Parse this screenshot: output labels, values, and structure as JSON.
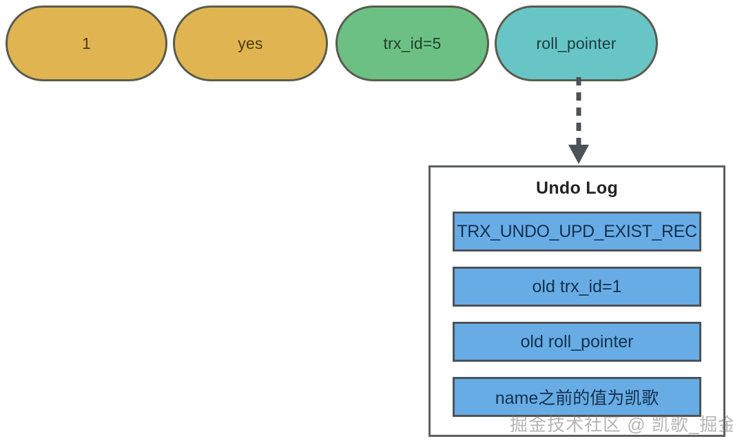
{
  "background": "#ffffff",
  "record_row": {
    "pills": [
      {
        "label": "1",
        "fill": "#e0b551",
        "stroke": "#585c4e"
      },
      {
        "label": "yes",
        "fill": "#e0b551",
        "stroke": "#585c4e"
      },
      {
        "label": "trx_id=5",
        "fill": "#6cc083",
        "stroke": "#585c4e"
      },
      {
        "label": "roll_pointer",
        "fill": "#68c5c5",
        "stroke": "#585c4e"
      }
    ]
  },
  "connector": {
    "style": "dashed",
    "arrow": "down-arrow-icon",
    "color": "#4d5258"
  },
  "undo_log": {
    "title": "Undo Log",
    "border_color": "#5a5f63",
    "row_fill": "#68ace5",
    "row_border": "#4d5258",
    "rows": [
      {
        "label": "TRX_UNDO_UPD_EXIST_REC"
      },
      {
        "label": "old trx_id=1"
      },
      {
        "label": "old roll_pointer"
      },
      {
        "label": "name之前的值为凯歌"
      }
    ]
  },
  "watermark": {
    "text": "掘金技术社区 @ 凯歌_掘金"
  }
}
